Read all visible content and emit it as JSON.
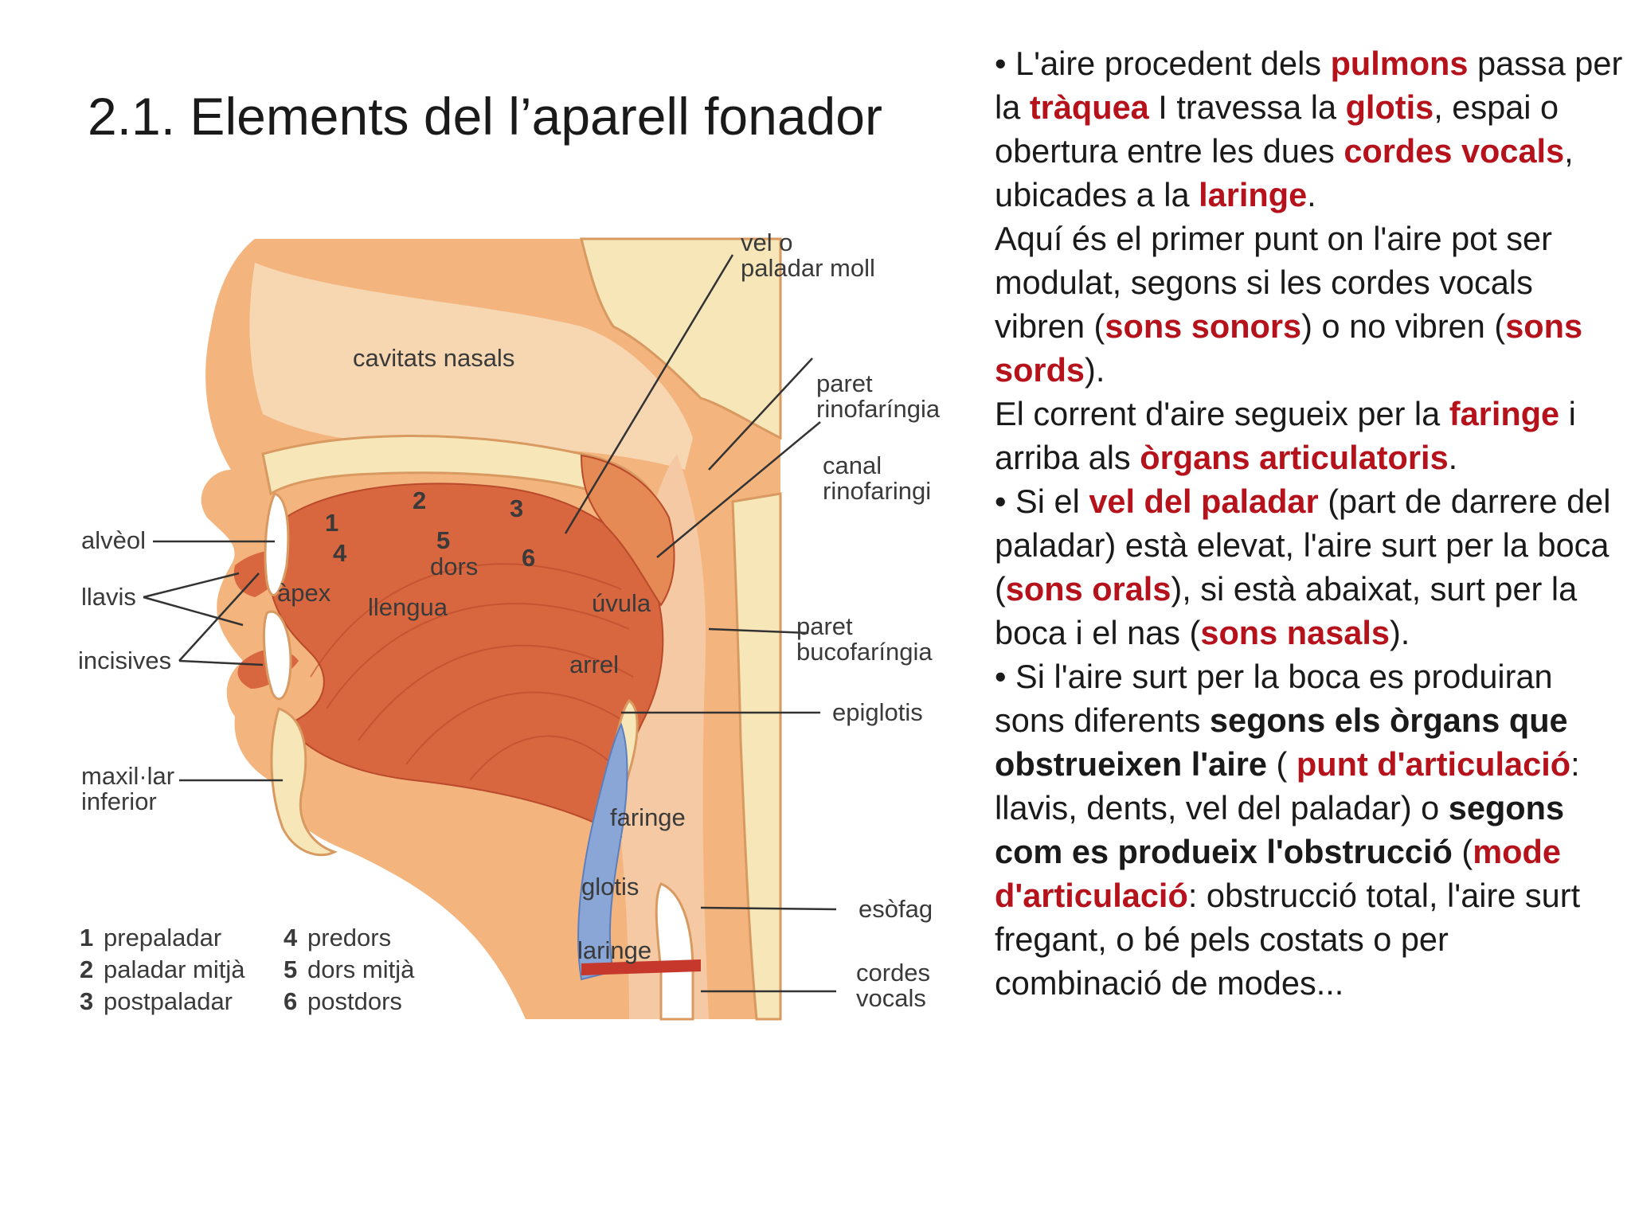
{
  "title": "2.1. Elements del l’aparell fonador",
  "diagram": {
    "labels": {
      "vel_o": "vel o",
      "paladar_moll": "paladar moll",
      "cavitats_nasals": "cavitats nasals",
      "paret_rino_1": "paret",
      "paret_rino_2": "rinofaríngia",
      "canal_rino_1": "canal",
      "canal_rino_2": "rinofaringi",
      "alveol": "alvèol",
      "llavis": "llavis",
      "incisives": "incisives",
      "apex": "àpex",
      "llengua": "llengua",
      "dors": "dors",
      "uvula": "úvula",
      "arrel": "arrel",
      "paret_buco_1": "paret",
      "paret_buco_2": "bucofaríngia",
      "epiglotis": "epiglotis",
      "maxilar_1": "maxil·lar",
      "maxilar_2": "inferior",
      "faringe": "faringe",
      "glotis": "glotis",
      "esofag": "esòfag",
      "laringe": "laringe",
      "cordes_1": "cordes",
      "cordes_2": "vocals"
    },
    "numbers": [
      "1",
      "2",
      "3",
      "4",
      "5",
      "6"
    ],
    "legend": [
      {
        "n": "1",
        "label": "prepaladar"
      },
      {
        "n": "2",
        "label": "paladar mitjà"
      },
      {
        "n": "3",
        "label": "postpaladar"
      },
      {
        "n": "4",
        "label": "predors"
      },
      {
        "n": "5",
        "label": "dors mitjà"
      },
      {
        "n": "6",
        "label": "postdors"
      }
    ]
  },
  "text": {
    "p1": {
      "a": "• L'aire procedent dels ",
      "b": "pulmons",
      "c": " passa per la ",
      "d": "tràquea",
      "e": " I travessa la ",
      "f": "glotis",
      "g": ", espai o obertura entre les dues ",
      "h": "cordes vocals",
      "i": ", ubicades a la ",
      "j": "laringe",
      "k": "."
    },
    "p2": {
      "a": "Aquí és el primer punt on l'aire pot ser modulat, segons si les cordes vocals vibren (",
      "b": "sons sonors",
      "c": ") o no vibren (",
      "d": "sons sords",
      "e": ")."
    },
    "p3": {
      "a": "El corrent d'aire segueix per la ",
      "b": "faringe",
      "c": " i arriba als ",
      "d": "òrgans articulatoris",
      "e": "."
    },
    "p4": {
      "a": "•  Si el ",
      "b": "vel del paladar",
      "c": " (part de darrere del paladar) està elevat, l'aire surt per la boca (",
      "d": "sons orals",
      "e": "), si està abaixat, surt per la boca i el nas (",
      "f": "sons nasals",
      "g": ")."
    },
    "p5": {
      "a": "•  Si l'aire surt per la boca es produiran sons diferents ",
      "b": "segons els òrgans que obstrueixen l'aire",
      "c": " ( ",
      "d": "punt d'articulació",
      "e": ": llavis, dents, vel del paladar) o ",
      "f": "segons com es produeix l'obstrucció",
      "g": " (",
      "h": "mode d'articulació",
      "i": ": obstrucció total, l'aire surt fregant, o bé pels costats o per combinació de modes..."
    }
  },
  "colors": {
    "highlight": "#b5121b",
    "skin": "#f3b47e",
    "tissue": "#e58a55",
    "tongue": "#d8663f",
    "bone": "#f7e6b8",
    "airway": "#f4c9a3",
    "glottis_blue": "#8aa6d6"
  }
}
